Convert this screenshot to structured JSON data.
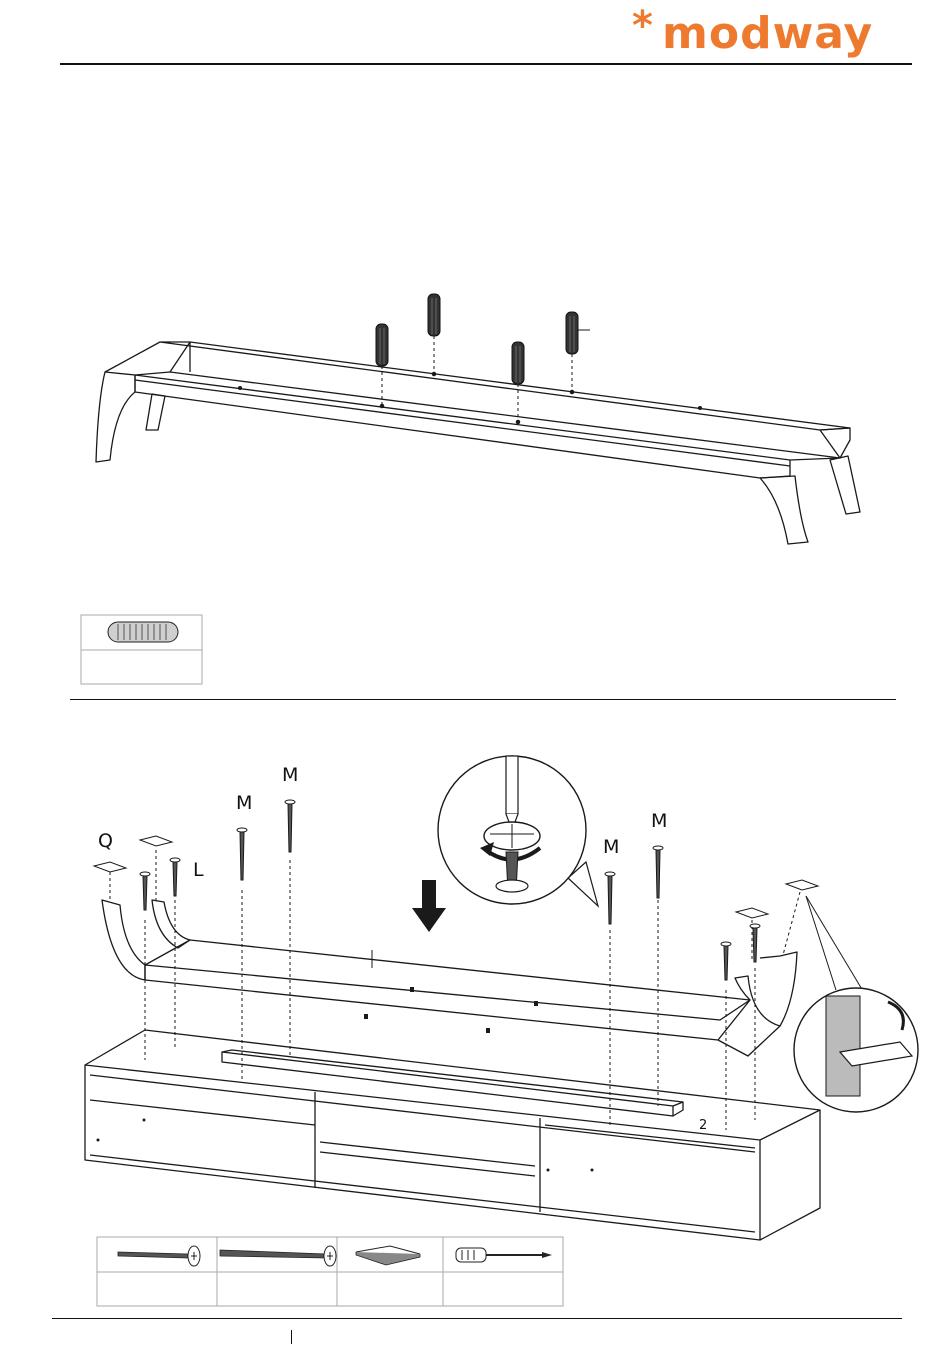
{
  "brand": {
    "name": "modway",
    "mark": "*",
    "color": "#ee7a2f"
  },
  "step2": {
    "part_labels": {
      "q": "Q",
      "l": "L",
      "m1": "M",
      "m2": "M",
      "m3": "M",
      "m4": "M",
      "panel": "2"
    }
  },
  "icons": {
    "dowel": "wood-dowel-icon",
    "screw_short": "screw-icon",
    "screw_long": "long-screw-icon",
    "pad": "felt-pad-icon",
    "tool": "screwdriver-icon"
  },
  "colors": {
    "line": "#1a1a1a",
    "dowel": "#333333",
    "grid": "#aaaaaa"
  }
}
